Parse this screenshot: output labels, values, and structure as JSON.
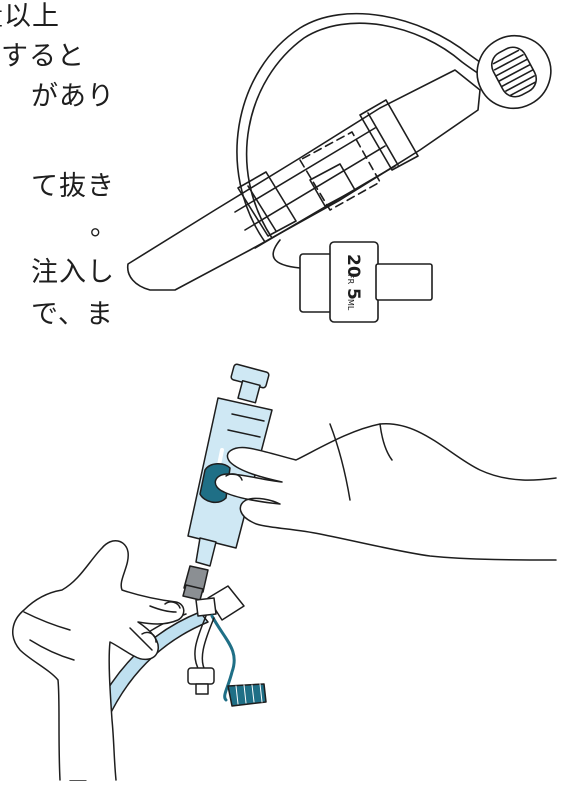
{
  "text_lines": [
    "量以上",
    "すると",
    "があり",
    "て抜き",
    "。",
    "注入し",
    "で、ま"
  ],
  "syringe_label": {
    "size_number": "20",
    "size_unit": "FR",
    "volume_number": "5",
    "volume_unit": "ML"
  },
  "colors": {
    "line": "#1e1e1e",
    "syringe_fill": "#cfe8f4",
    "tube_fill": "#bfe0f0",
    "valve_teal": "#1f6f86",
    "connector_gray": "#8b8f93"
  }
}
